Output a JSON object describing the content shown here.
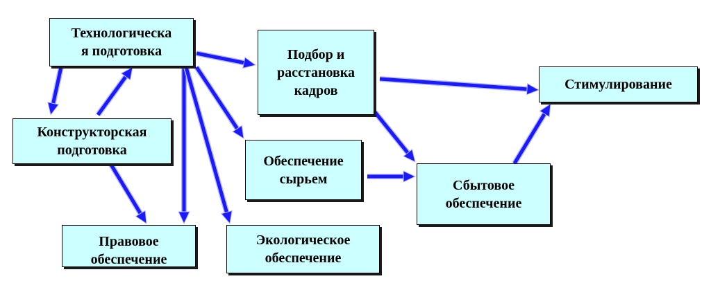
{
  "nodes": {
    "tech": "Технологическа\nя подготовка",
    "cadr": "Подбор и\nрасстановка\nкадров",
    "stim": "Стимулирование",
    "kons": "Конструкторская\nподготовка",
    "syr": "Обеспечение\nсырьем",
    "sbyt": "Сбытовое\nобеспечение",
    "prav": "Правовое\nобеспечение",
    "eco": "Экологическое\nобеспечение"
  },
  "colors": {
    "node_fill": "#ccffff",
    "arrow": "#1a1aff",
    "border": "#000000"
  },
  "edges": [
    {
      "from": "tech",
      "to": "cadr"
    },
    {
      "from": "tech",
      "to": "kons"
    },
    {
      "from": "kons",
      "to": "tech"
    },
    {
      "from": "tech",
      "to": "syr"
    },
    {
      "from": "tech",
      "to": "prav"
    },
    {
      "from": "tech",
      "to": "eco"
    },
    {
      "from": "kons",
      "to": "prav"
    },
    {
      "from": "cadr",
      "to": "stim"
    },
    {
      "from": "cadr",
      "to": "sbyt"
    },
    {
      "from": "syr",
      "to": "sbyt"
    },
    {
      "from": "sbyt",
      "to": "stim"
    }
  ]
}
